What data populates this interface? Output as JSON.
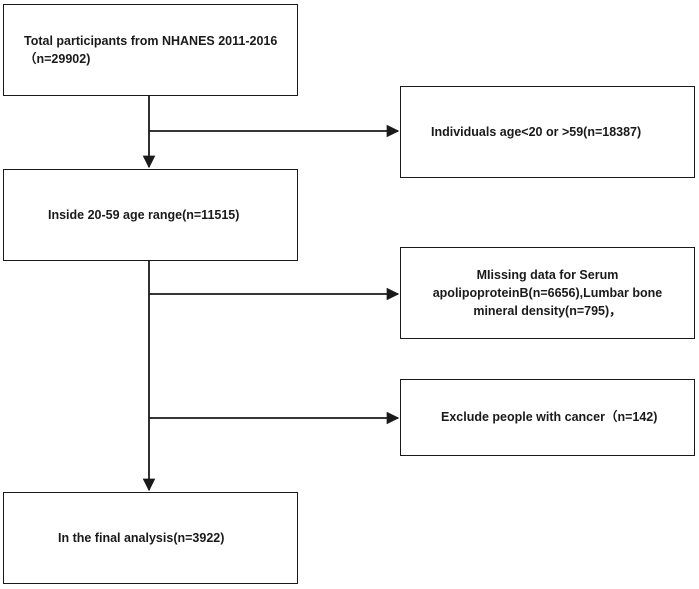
{
  "flowchart": {
    "main_steps": [
      {
        "text": "Total participants from NHANES 2011-2016 （n=29902)"
      },
      {
        "text": "Inside 20-59 age range(n=11515)"
      },
      {
        "text": "In the final analysis(n=3922)"
      }
    ],
    "exclusions": [
      {
        "text": "Individuals age<20 or >59(n=18387)"
      },
      {
        "text": "MIissing data for Serum apolipoproteinB(n=6656),Lumbar bone mineral density(n=795)，"
      },
      {
        "text": "Exclude people with cancer（n=142)"
      }
    ]
  },
  "colors": {
    "line": "#1a1a1a",
    "box_border": "#1a1a1a",
    "background": "#ffffff"
  }
}
